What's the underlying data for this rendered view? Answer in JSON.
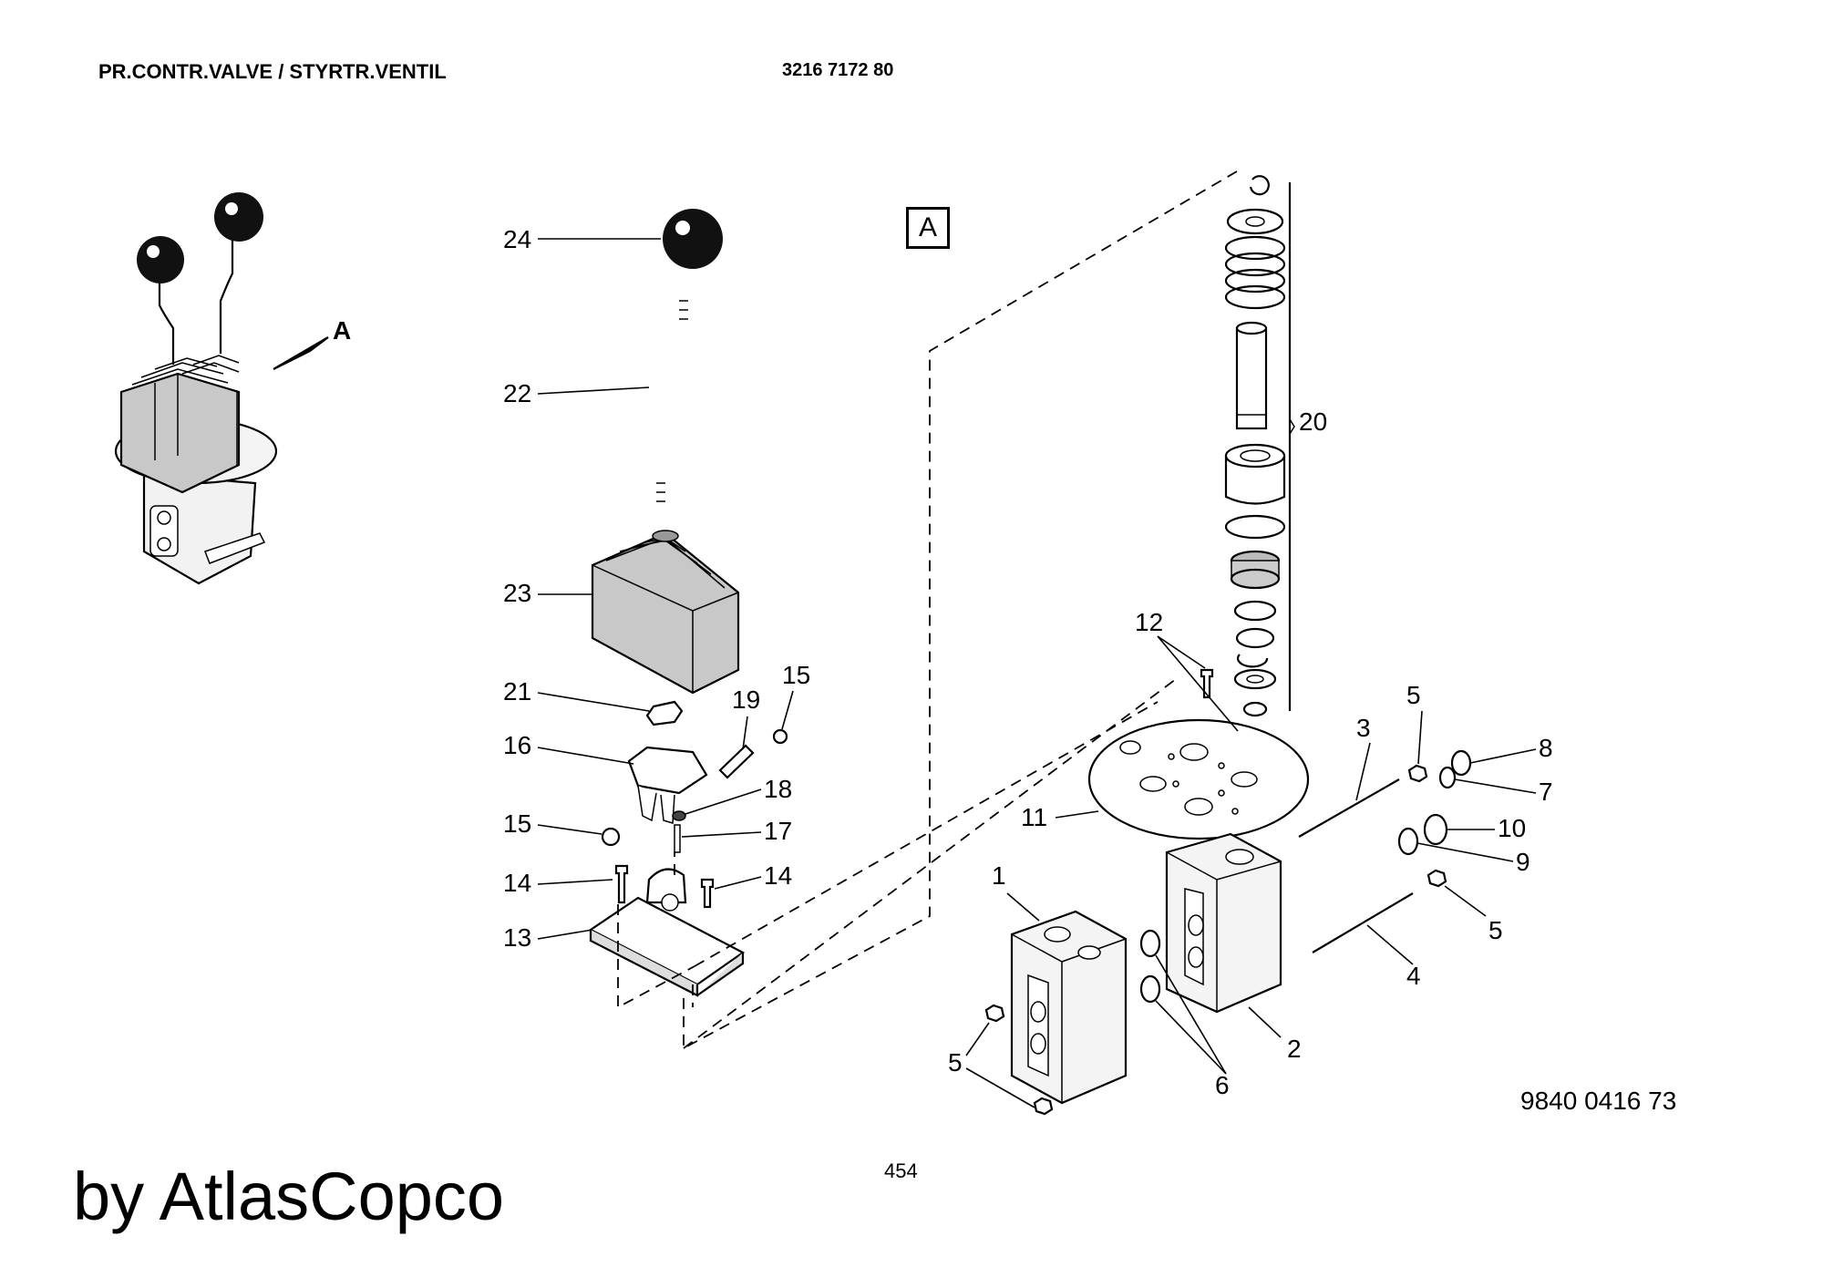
{
  "header": {
    "title": "PR.CONTR.VALVE / STYRTR.VENTIL",
    "part_number": "3216 7172 80"
  },
  "view_marker": "A",
  "overview_arrow_label": "A",
  "callouts": [
    "1",
    "2",
    "3",
    "4",
    "5",
    "6",
    "7",
    "8",
    "9",
    "10",
    "11",
    "12",
    "13",
    "14",
    "15",
    "16",
    "17",
    "18",
    "19",
    "20",
    "21",
    "22",
    "23",
    "24"
  ],
  "document_number": "9840 0416 73",
  "page_number": "454",
  "brand": "by AtlasCopco"
}
